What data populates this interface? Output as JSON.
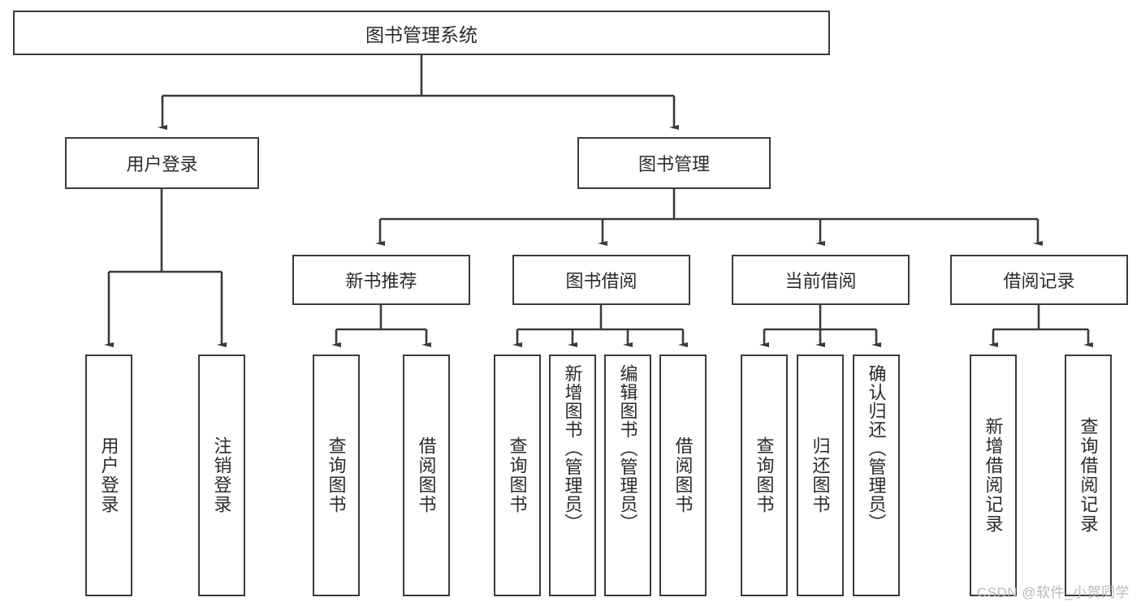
{
  "diagram": {
    "title": "图书管理系统",
    "watermark": "CSDN @软件_小贺同学",
    "line_color": "#3a3a3a",
    "box_border_color": "#3a3a3a",
    "box_fill": "#ffffff",
    "text_color": "#2b2b2b",
    "watermark_color": "#b9b9b9",
    "type": "tree",
    "levels": 4
  },
  "nodes": {
    "root": {
      "label": "图书管理系统"
    },
    "level2": [
      {
        "label": "用户登录"
      },
      {
        "label": "图书管理"
      }
    ],
    "level3": [
      {
        "label": "新书推荐"
      },
      {
        "label": "图书借阅"
      },
      {
        "label": "当前借阅"
      },
      {
        "label": "借阅记录"
      }
    ],
    "leaves": {
      "user_login": [
        {
          "label": "用户登录"
        },
        {
          "label": "注销登录"
        }
      ],
      "new_book_recommend": [
        {
          "label": "查询图书"
        },
        {
          "label": "借阅图书"
        }
      ],
      "book_borrow": [
        {
          "label": "查询图书"
        },
        {
          "label": "新增图书（管理员）"
        },
        {
          "label": "编辑图书（管理员）"
        },
        {
          "label": "借阅图书"
        }
      ],
      "current_borrow": [
        {
          "label": "查询图书"
        },
        {
          "label": "归还图书"
        },
        {
          "label": "确认归还（管理员）"
        }
      ],
      "borrow_record": [
        {
          "label": "新增借阅记录"
        },
        {
          "label": "查询借阅记录"
        }
      ]
    }
  }
}
